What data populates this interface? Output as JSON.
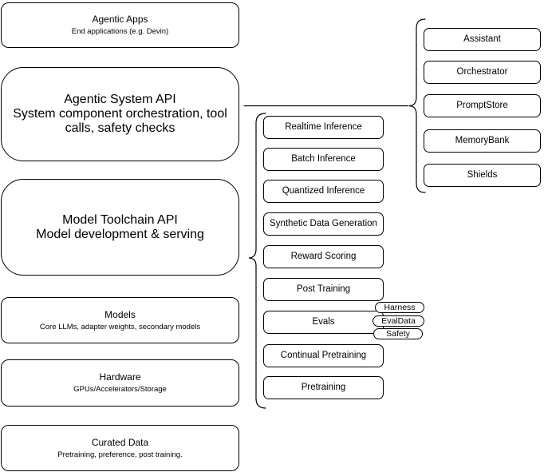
{
  "diagram": {
    "left_stack": [
      {
        "title": "Agentic Apps",
        "subtitle": "End applications (e.g. Devin)"
      },
      {
        "title": "Agentic System API",
        "subtitle": "System component orchestration, tool calls, safety checks"
      },
      {
        "title": "Model Toolchain API",
        "subtitle": "Model development & serving"
      },
      {
        "title": "Models",
        "subtitle": "Core LLMs, adapter weights, secondary models"
      },
      {
        "title": "Hardware",
        "subtitle": "GPUs/Accelerators/Storage"
      },
      {
        "title": "Curated Data",
        "subtitle": "Pretraining, preference, post training."
      }
    ],
    "toolchain_items": [
      "Realtime Inference",
      "Batch Inference",
      "Quantized Inference",
      "Synthetic Data Generation",
      "Reward Scoring",
      "Post Training",
      "Evals",
      "Continual Pretraining",
      "Pretraining"
    ],
    "evals_tags": [
      "Harness",
      "EvalData",
      "Safety"
    ],
    "system_components": [
      "Assistant",
      "Orchestrator",
      "PromptStore",
      "MemoryBank",
      "Shields"
    ],
    "colors": {
      "stroke": "#000000",
      "background": "#ffffff",
      "text": "#000000"
    }
  }
}
